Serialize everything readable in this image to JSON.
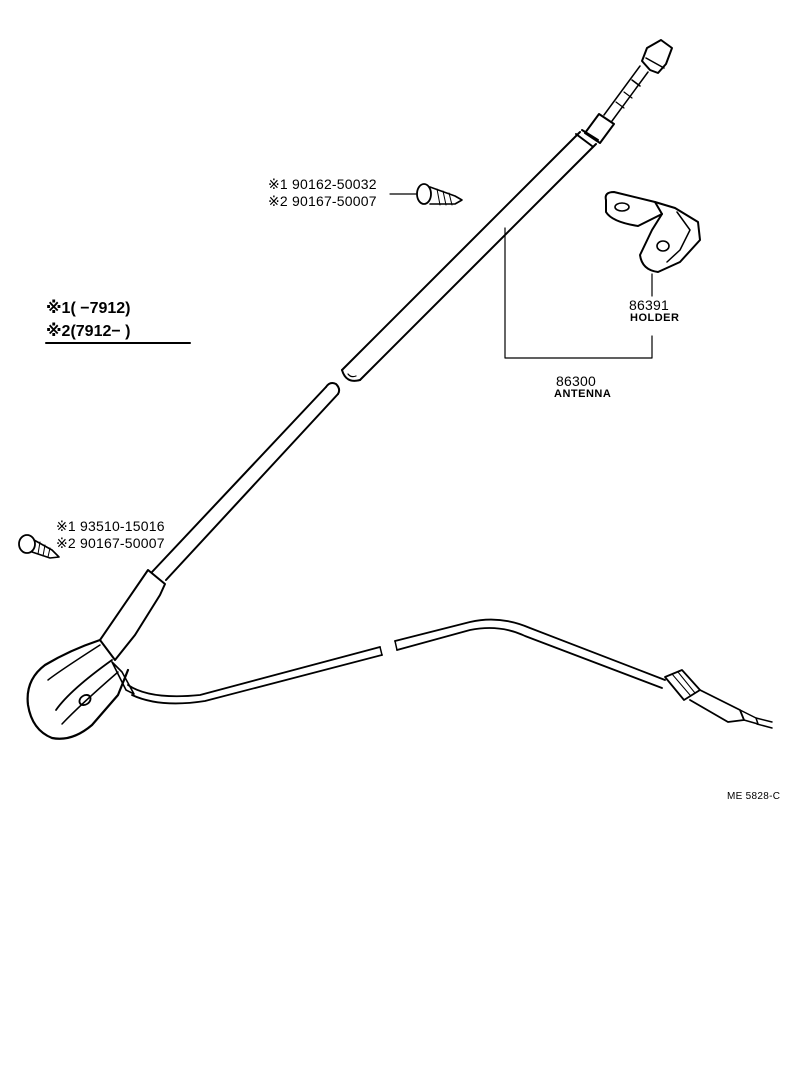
{
  "legend": {
    "line1_mark": "※1",
    "line1_text": "(       −7912)",
    "line2_mark": "※2",
    "line2_text": "(7912−        )"
  },
  "top_screw": {
    "row1": "※1 90162-50032",
    "row2": "※2 90167-50007"
  },
  "bottom_screw": {
    "row1": "※1 93510-15016",
    "row2": "※2 90167-50007"
  },
  "holder": {
    "part_number": "86391",
    "name": "HOLDER"
  },
  "antenna": {
    "part_number": "86300",
    "name": "ANTENNA"
  },
  "figure_code": "ME  5828-C"
}
